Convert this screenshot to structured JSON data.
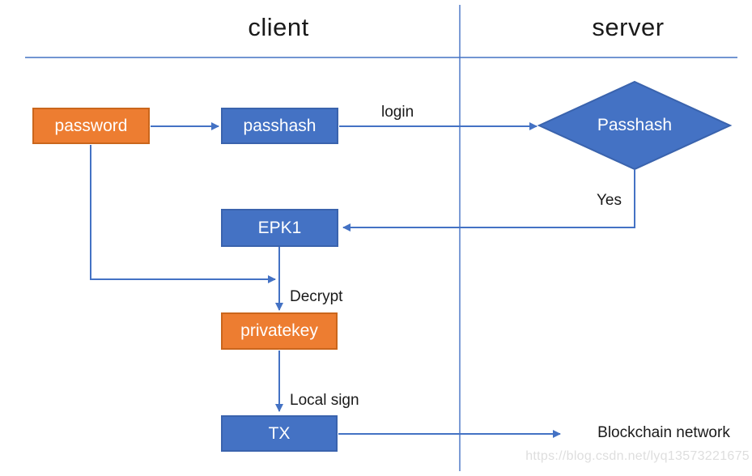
{
  "header": {
    "client_label": "client",
    "server_label": "server"
  },
  "nodes": {
    "password": {
      "label": "password",
      "shape": "rect",
      "color": "#ED7D31"
    },
    "passhash": {
      "label": "passhash",
      "shape": "rect",
      "color": "#4472C4"
    },
    "passhash_decision": {
      "label": "Passhash",
      "shape": "diamond",
      "color": "#4472C4"
    },
    "epk1": {
      "label": "EPK1",
      "shape": "rect",
      "color": "#4472C4"
    },
    "privatekey": {
      "label": "privatekey",
      "shape": "rect",
      "color": "#ED7D31"
    },
    "tx": {
      "label": "TX",
      "shape": "rect",
      "color": "#4472C4"
    }
  },
  "edge_labels": {
    "login": "login",
    "yes": "Yes",
    "decrypt": "Decrypt",
    "local_sign": "Local sign"
  },
  "external": {
    "blockchain_network": "Blockchain network"
  },
  "watermark": "https://blog.csdn.net/lyq13573221675",
  "colors": {
    "connector_blue": "#4472C4",
    "box_orange": "#ED7D31",
    "box_blue": "#4472C4"
  }
}
